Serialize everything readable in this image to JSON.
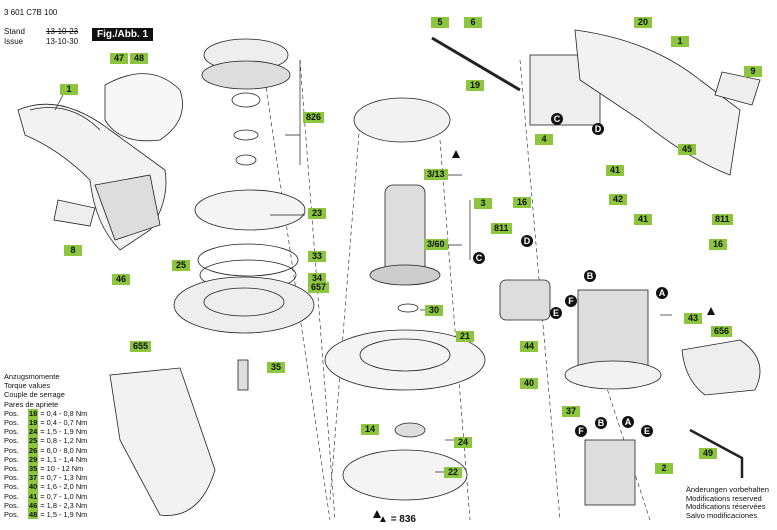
{
  "header": {
    "doc_number": "3 601 C7B 100",
    "stand_label": "Stand",
    "stand_date": "13-10-23",
    "issue_label": "Issue",
    "issue_date": "13-10-30",
    "figure": "Fig./Abb. 1"
  },
  "torque": {
    "title_lines": [
      "Anzugsmomente",
      "Torque values",
      "Couple de serrage",
      "Pares de apriete"
    ],
    "prefix": "Pos.",
    "rows": [
      {
        "pos": "18",
        "value": "= 0,4 - 0,8 Nm"
      },
      {
        "pos": "19",
        "value": "= 0,4 - 0,7 Nm"
      },
      {
        "pos": "24",
        "value": "= 1,5 - 1,9 Nm"
      },
      {
        "pos": "25",
        "value": "= 0,8 - 1,2 Nm"
      },
      {
        "pos": "26",
        "value": "= 6,0 - 8,0 Nm"
      },
      {
        "pos": "29",
        "value": "= 1,1 - 1,4 Nm"
      },
      {
        "pos": "35",
        "value": "= 10  - 12 Nm"
      },
      {
        "pos": "37",
        "value": "= 0,7 - 1,3 Nm"
      },
      {
        "pos": "40",
        "value": "= 1,6 - 2,0 Nm"
      },
      {
        "pos": "41",
        "value": "= 0,7 - 1,0 Nm"
      },
      {
        "pos": "46",
        "value": "= 1,8 - 2,3 Nm"
      },
      {
        "pos": "48",
        "value": "= 1,5 - 1,9 Nm"
      }
    ]
  },
  "notes": [
    "Änderungen vorbehalten",
    "Modifications reserved",
    "Modifications réservées",
    "Salvo modificaciones"
  ],
  "set_note": {
    "symbol": "▲",
    "text": "= 836"
  },
  "labels": {
    "l1a": "1",
    "l1b": "1",
    "l2": "2",
    "l3": "3",
    "l4": "4",
    "l5": "5",
    "l6": "6",
    "l8": "8",
    "l9": "9",
    "l14": "14",
    "l16a": "16",
    "l16b": "16",
    "l19": "19",
    "l20": "20",
    "l21": "21",
    "l22": "22",
    "l23": "23",
    "l24": "24",
    "l25": "25",
    "l30": "30",
    "l33": "33",
    "l34": "34",
    "l35": "35",
    "l37": "37",
    "l40": "40",
    "l41a": "41",
    "l41b": "41",
    "l42": "42",
    "l43": "43",
    "l44": "44",
    "l45": "45",
    "l46": "46",
    "l47": "47",
    "l48": "48",
    "l49": "49",
    "l313": "3/13",
    "l360": "3/60",
    "l655": "655",
    "l656": "656",
    "l657": "657",
    "l811a": "811",
    "l811b": "811",
    "l826": "826"
  },
  "markers": [
    "A",
    "B",
    "C",
    "D",
    "E",
    "F"
  ]
}
